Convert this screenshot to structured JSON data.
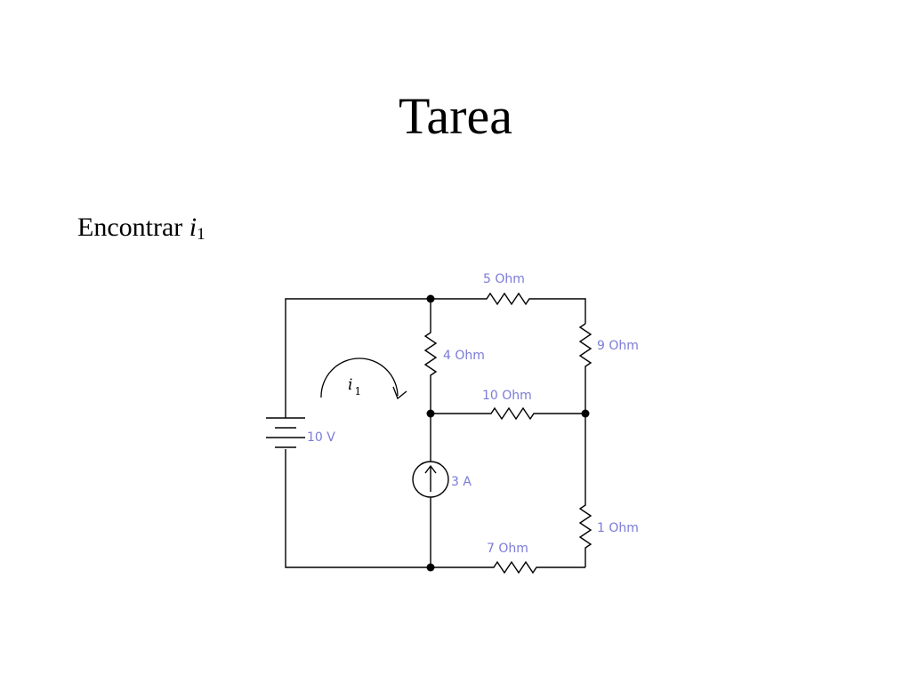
{
  "title": "Tarea",
  "prompt": {
    "text": "Encontrar",
    "variable": "i",
    "subscript": "1"
  },
  "colors": {
    "wire": "#000000",
    "label": "#7b7bd8",
    "text": "#000000"
  },
  "circuit": {
    "voltage_source": "10 V",
    "current_source": "3 A",
    "loop_current": {
      "variable": "i",
      "subscript": "1"
    },
    "resistors": {
      "top": "5 Ohm",
      "right_upper": "9 Ohm",
      "middle_vertical": "4 Ohm",
      "middle_horizontal": "10 Ohm",
      "right_lower": "1 Ohm",
      "bottom": "7 Ohm"
    }
  }
}
